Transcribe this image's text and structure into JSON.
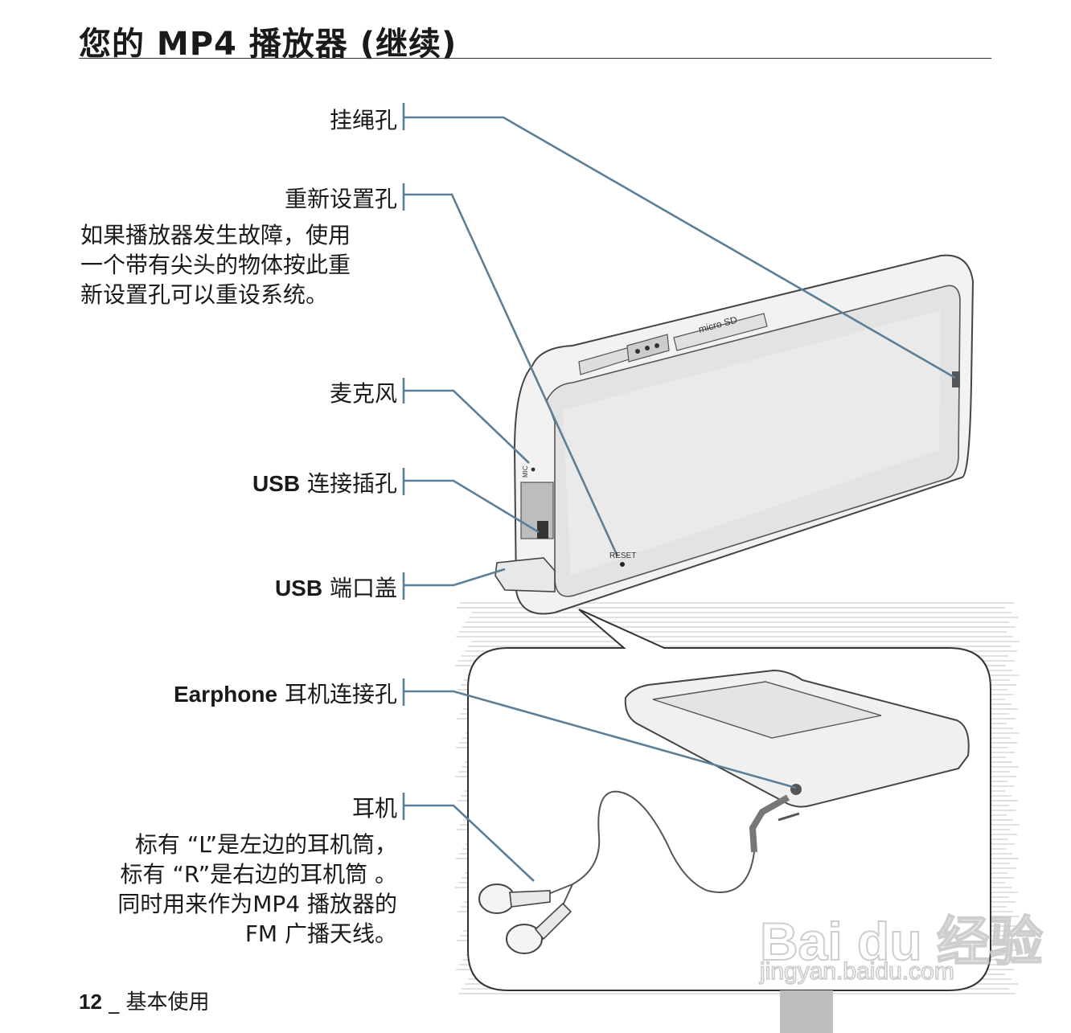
{
  "header": {
    "title": "您的 MP4 播放器 (继续)"
  },
  "labels": {
    "strap_hole": "挂绳孔",
    "reset_hole": "重新设置孔",
    "reset_desc": [
      "如果播放器发生故障，使用",
      "一个带有尖头的物体按此重",
      "新设置孔可以重设系统。"
    ],
    "microphone": "麦克风",
    "usb_port_prefix": "USB",
    "usb_port": "连接插孔",
    "usb_cover_prefix": "USB",
    "usb_cover": "端口盖",
    "earphone_jack_prefix": "Earphone",
    "earphone_jack": "耳机连接孔",
    "earphones": "耳机",
    "earphones_desc": [
      "标有 “L”是左边的耳机筒，",
      "标有 “R”是右边的耳机筒 。",
      "同时用来作为MP4 播放器的",
      "FM 广播天线。"
    ]
  },
  "device_markings": {
    "reset": "RESET",
    "micro_sd": "micro SD",
    "mic": "MIC"
  },
  "footer": {
    "page_number": "12",
    "section": "_ 基本使用"
  },
  "watermark": {
    "brand": "Bai du 经验",
    "url": "jingyan.baidu.com"
  },
  "colors": {
    "leader_line": "#5b7f98",
    "text": "#1a1a1a"
  }
}
